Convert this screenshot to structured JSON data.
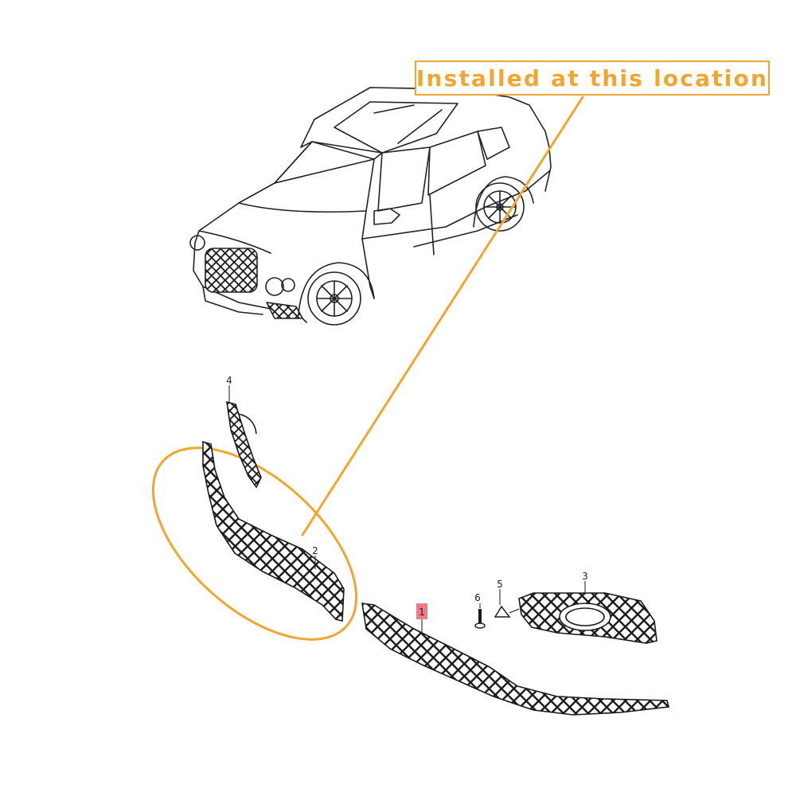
{
  "callout": {
    "text": "Installed at this location"
  },
  "parts": [
    {
      "number": "1",
      "highlighted": true
    },
    {
      "number": "2"
    },
    {
      "number": "3"
    },
    {
      "number": "4"
    },
    {
      "number": "5"
    },
    {
      "number": "6"
    }
  ],
  "colors": {
    "accent": "#f0a630",
    "highlight": "#e8505b",
    "line": "#222222"
  }
}
